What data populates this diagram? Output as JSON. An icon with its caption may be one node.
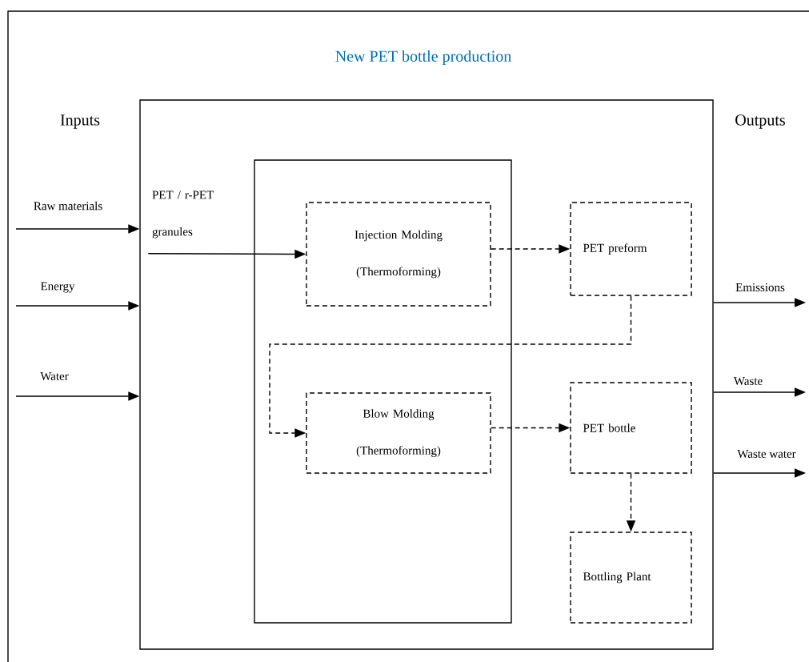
{
  "diagram": {
    "title": "New PET bottle production",
    "nodes": [
      {
        "text": [],
        "shape": "box"
      },
      {
        "text": [],
        "shape": "box",
        "in": 0
      },
      {
        "text": [
          "PET / r-PET granules"
        ],
        "in": 0
      },
      {
        "text": [
          "Injection Molding (Thermoforming)"
        ],
        "in": 1
      },
      {
        "text": [
          "PET preform"
        ],
        "in": 0
      },
      {
        "text": [
          "Blow Molding (Thermoforming)"
        ],
        "in": 1
      },
      {
        "text": [
          "PET bottle"
        ],
        "in": 0
      },
      {
        "text": [
          "Bottling Plant"
        ],
        "in": 0
      }
    ],
    "edges": [
      {
        "from": 2,
        "to": 3,
        "arrow": "to"
      },
      {
        "from": 3,
        "to": 4,
        "arrow": "to",
        "style": "dashed"
      },
      {
        "from": 4,
        "to": 5,
        "arrow": "to",
        "style": "dashed"
      },
      {
        "from": 5,
        "to": 6,
        "arrow": "to",
        "style": "dashed"
      },
      {
        "from": 6,
        "to": 7,
        "arrow": "to",
        "style": "dashed"
      },
      {
        "from": null,
        "to": 0,
        "arrow": "to",
        "label": "Raw materials"
      },
      {
        "from": null,
        "to": 0,
        "arrow": "to",
        "label": "Energy"
      },
      {
        "from": null,
        "to": 0,
        "arrow": "to",
        "label": "Water"
      },
      {
        "from": 0,
        "to": null,
        "arrow": "to",
        "label": "Emissions"
      },
      {
        "from": 0,
        "to": null,
        "arrow": "to",
        "label": "Waste"
      },
      {
        "from": 0,
        "to": null,
        "arrow": "to",
        "label": "Waste water"
      }
    ],
    "labels": [
      "Inputs",
      "Outputs"
    ]
  }
}
